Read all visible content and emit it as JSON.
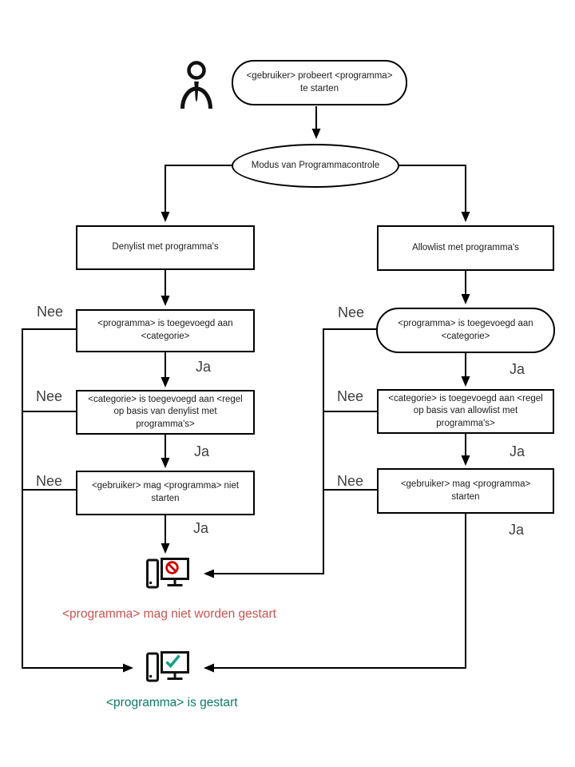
{
  "nodes": {
    "start": "<gebruiker> probeert <programma> te starten",
    "mode": "Modus van Programmacontrole",
    "denylist": "Denylist met programma's",
    "allowlist": "Allowlist met programma's",
    "deny_program_in_category": "<programma> is toegevoegd aan <categorie>",
    "deny_category_in_rule": "<categorie> is toegevoegd aan <regel op basis van denylist met programma's>",
    "deny_result": "<gebruiker> mag <programma> niet starten",
    "allow_program_in_category": "<programma> is toegevoegd aan <categorie>",
    "allow_category_in_rule": "<categorie> is toegevoegd aan <regel op basis van allowlist met programma's>",
    "allow_result": "<gebruiker> mag <programma> starten"
  },
  "edge_labels": {
    "ja": "Ja",
    "nee": "Nee"
  },
  "outcomes": {
    "blocked": "<programma> mag niet worden gestart",
    "started": "<programma> is gestart"
  },
  "icons": {
    "actor": "person-icon",
    "blocked": "computer-blocked-icon",
    "blocked_glyph": "prohibition-icon",
    "started": "computer-started-icon",
    "started_glyph": "checkmark-icon"
  },
  "colors": {
    "line": "#000000",
    "blocked_text": "#c7534f",
    "blocked_icon": "#cc0000",
    "started_text": "#0c7a66",
    "started_icon": "#12a085"
  }
}
